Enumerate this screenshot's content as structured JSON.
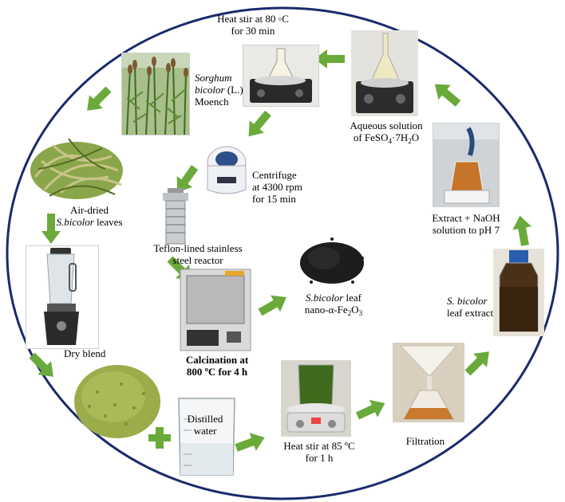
{
  "colors": {
    "arrow": "#6aaa3a",
    "circle_outline": "#1a2a6c",
    "plant_green": "#5d7d2a",
    "powder_green": "#9bac4a",
    "nano_black": "#1d1d1d",
    "extract_brown": "#3a2410"
  },
  "labels": {
    "heat_stir_80_line1": "Heat stir at 80 ◦C",
    "heat_stir_80_line2": "for 30 min",
    "sorghum_name_italic1": "Sorghum",
    "sorghum_name_italic2": "bicolor",
    "sorghum_name_rest": "(L.)",
    "sorghum_name_line3": "Moench",
    "air_dried_line1": "Air-dried",
    "air_dried_italic": "S.bicolor",
    "air_dried_rest": "leaves",
    "centrifuge_line1": "Centrifuge",
    "centrifuge_line2": "at 4300 rpm",
    "centrifuge_line3": "for 15 min",
    "aqueous_line1": "Aqueous solution",
    "aqueous_line2_pre": "of FeSO",
    "aqueous_sub1": "4",
    "aqueous_mid": "·7H",
    "aqueous_sub2": "2",
    "aqueous_end": "O",
    "teflon_line1": "Teflon-lined stainless",
    "teflon_line2": "steel reactor",
    "extract_naoh_line1": "Extract + NaOH",
    "extract_naoh_line2": "solution to pH 7",
    "nano_italic": "S.bicolor",
    "nano_line1_rest": "leaf",
    "nano_line2_pre": "nano-α-Fe",
    "nano_sub1": "2",
    "nano_mid": "O",
    "nano_sub2": "3",
    "leaf_extract_italic": "S. bicolor",
    "leaf_extract_line2": "leaf extract",
    "dry_blend": "Dry blend",
    "calcination_line1": "Calcination at",
    "calcination_line2": "800 ºC for 4 h",
    "distilled_line1": "Distilled",
    "distilled_line2": "water",
    "heat_stir_85_line1": "Heat stir at 85 ºC",
    "heat_stir_85_line2": "for 1 h",
    "filtration": "Filtration"
  }
}
